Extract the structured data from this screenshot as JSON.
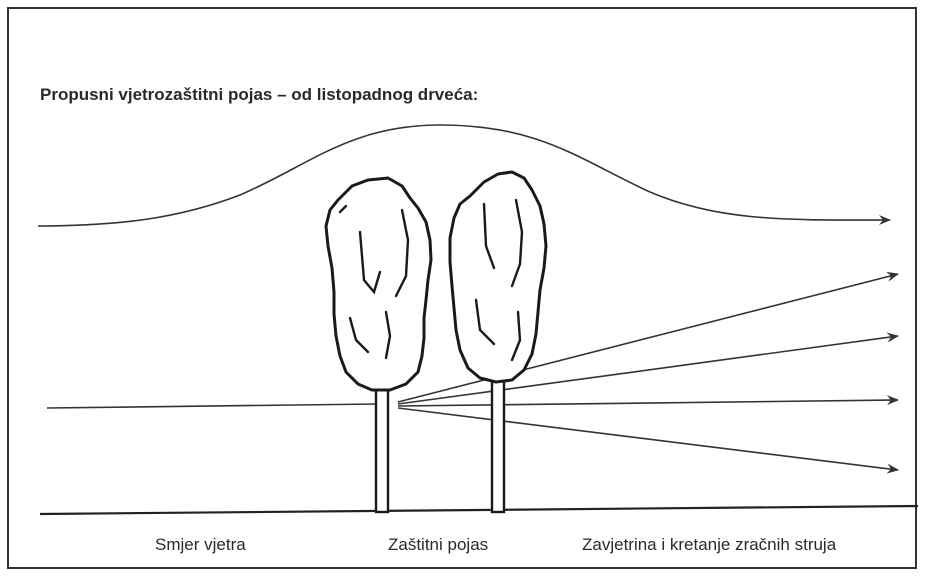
{
  "title": "Propusni vjetrozaštitni pojas – od listopadnog drveća:",
  "labels": {
    "wind_direction": "Smjer vjetra",
    "shelter_belt": "Zaštitni pojas",
    "leeward": "Zavjetrina i kretanje zračnih struja"
  },
  "colors": {
    "line": "#333333",
    "background": "#ffffff"
  }
}
